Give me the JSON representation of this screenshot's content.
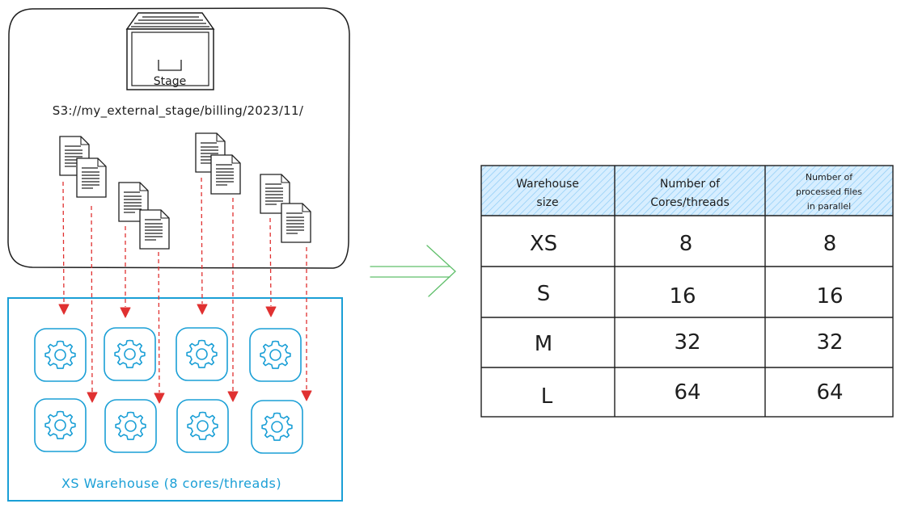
{
  "stage": {
    "label": "Stage",
    "path": "S3://my_external_stage/billing/2023/11/"
  },
  "warehouse": {
    "label": "XS Warehouse (8 cores/threads)",
    "core_count": 8,
    "color": "#1a9fd6"
  },
  "arrow_color": "#e03131",
  "table": {
    "header_fill": "#a5d8ff",
    "headers": [
      [
        "Warehouse",
        "size"
      ],
      [
        "Number of",
        "Cores/threads"
      ],
      [
        "Number of",
        "processed files",
        "in parallel"
      ]
    ],
    "rows": [
      [
        "XS",
        "8",
        "8"
      ],
      [
        "S",
        "16",
        "16"
      ],
      [
        "M",
        "32",
        "32"
      ],
      [
        "L",
        "64",
        "64"
      ]
    ]
  }
}
